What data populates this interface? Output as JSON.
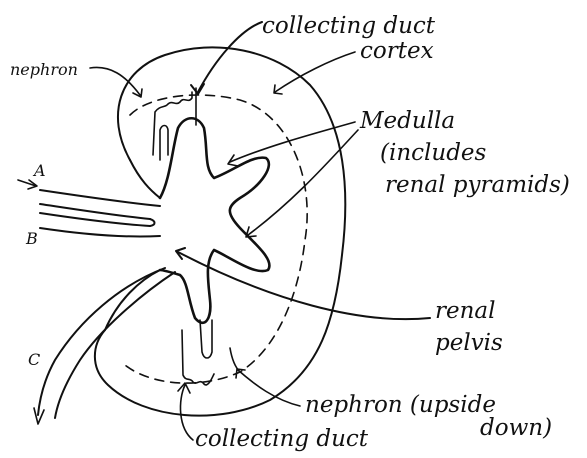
{
  "labels": {
    "collecting_duct_top": "collecting duct",
    "cortex": "cortex",
    "nephron_top": "nephron",
    "medulla": "Medulla",
    "includes": "(includes",
    "renal_pyramids": "renal pyramids)",
    "renal": "renal",
    "pelvis": "pelvis",
    "nephron_upside": "nephron (upside",
    "down": "down)",
    "collecting_duct_bottom": "collecting duct",
    "A": "A",
    "B": "B",
    "C": "C"
  }
}
